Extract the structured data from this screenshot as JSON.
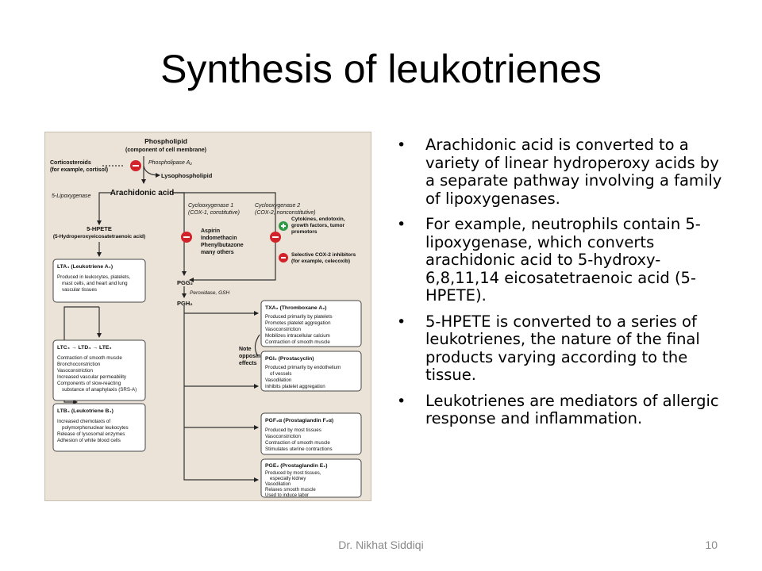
{
  "title": "Synthesis of leukotrienes",
  "figure": {
    "phospholipid": "Phospholipid",
    "phospholipid_sub": "(component of cell membrane)",
    "corticosteroids": "Corticosteroids",
    "corticosteroids_sub": "(for example, cortisol)",
    "phospholipase": "Phospholipase A₂",
    "lysophospholipid": "Lysophospholipid",
    "lipoxygenase": "5-Lipoxygenase",
    "arachidonic": "Arachidonic acid",
    "cox1": "Cyclooxygenase 1",
    "cox1_sub": "(COX-1, constitutive)",
    "cox2": "Cyclooxygenase 2",
    "cox2_sub": "(COX-2, nonconstitutive)",
    "hpete": "5-HPETE",
    "hpete_sub": "(5-Hydroperoxyeicosatetraenoic acid)",
    "nsaids": [
      "Aspirin",
      "Indomethacin",
      "Phenylbutazone",
      "many others"
    ],
    "cytokines": [
      "Cytokines, endotoxin,",
      "growth factors, tumor",
      "promotors"
    ],
    "cox2_inhib": [
      "Selective COX-2 inhibitors",
      "(for example, celecoxib)"
    ],
    "pgg2": "PGG₂",
    "pgh2": "PGH₂",
    "peroxidase": "Peroxidase, GSH",
    "note": [
      "Note",
      "opposing",
      "effects"
    ],
    "lta4": {
      "title": "LTA₄ (Leukotriene A₄)",
      "items": [
        "Produced in leukocytes, platelets,",
        "mast cells, and heart and lung",
        "vascular tissues"
      ]
    },
    "ltc4": {
      "title": "LTC₄ → LTD₄ → LTE₄",
      "items": [
        "Contraction of smooth muscle",
        "Bronchoconstriction",
        "Vasoconstriction",
        "Increased vascular permeability",
        "Components of slow-reacting",
        "substance of anaphylaxis (SRS-A)"
      ]
    },
    "ltb4": {
      "title": "LTB₄ (Leukotriene B₄)",
      "items": [
        "Increased chemotaxis of",
        "polymorphonuclear leukocytes",
        "Release of lysosomal enzymes",
        "Adhesion of white blood cells"
      ]
    },
    "txa2": {
      "title": "TXA₂ (Thromboxane A₂)",
      "items": [
        "Produced primarily by platelets",
        "Promotes platelet aggregation",
        "Vasoconstriction",
        "Mobilizes intracellular calcium",
        "Contraction of smooth muscle"
      ]
    },
    "pgi2": {
      "title": "PGI₂ (Prostacyclin)",
      "items": [
        "Produced primarily by endothelium",
        "of vessels",
        "Vasodilation",
        "Inhibits platelet aggregation"
      ]
    },
    "pgf2": {
      "title": "PGF₂α (Prostaglandin F₂α)",
      "items": [
        "Produced by most tissues",
        "Vasoconstriction",
        "Contraction of smooth muscle",
        "Stimulates uterine contractions"
      ]
    },
    "pge2": {
      "title": "PGE₂ (Prostaglandin E₂)",
      "items": [
        "Produced by most tissues,",
        "especially kidney",
        "Vasodilation",
        "Relaxes smooth muscle",
        "Used to induce labor"
      ]
    }
  },
  "bullets": [
    "Arachidonic acid is converted to a variety of linear hydroperoxy acids by a separate pathway involving a family of lipoxygenases.",
    "For example, neutrophils contain 5-lipoxygenase, which converts arachidonic acid to 5-hydroxy-6,8,11,14 eicosatetraenoic acid (5-HPETE).",
    "5-HPETE is converted to a series of leukotrienes, the nature of the final products varying according to the tissue.",
    "Leukotrienes are mediators of allergic response and inflammation."
  ],
  "bullet_symbol": "•",
  "footer": {
    "author": "Dr. Nikhat Siddiqi",
    "page": "10"
  }
}
